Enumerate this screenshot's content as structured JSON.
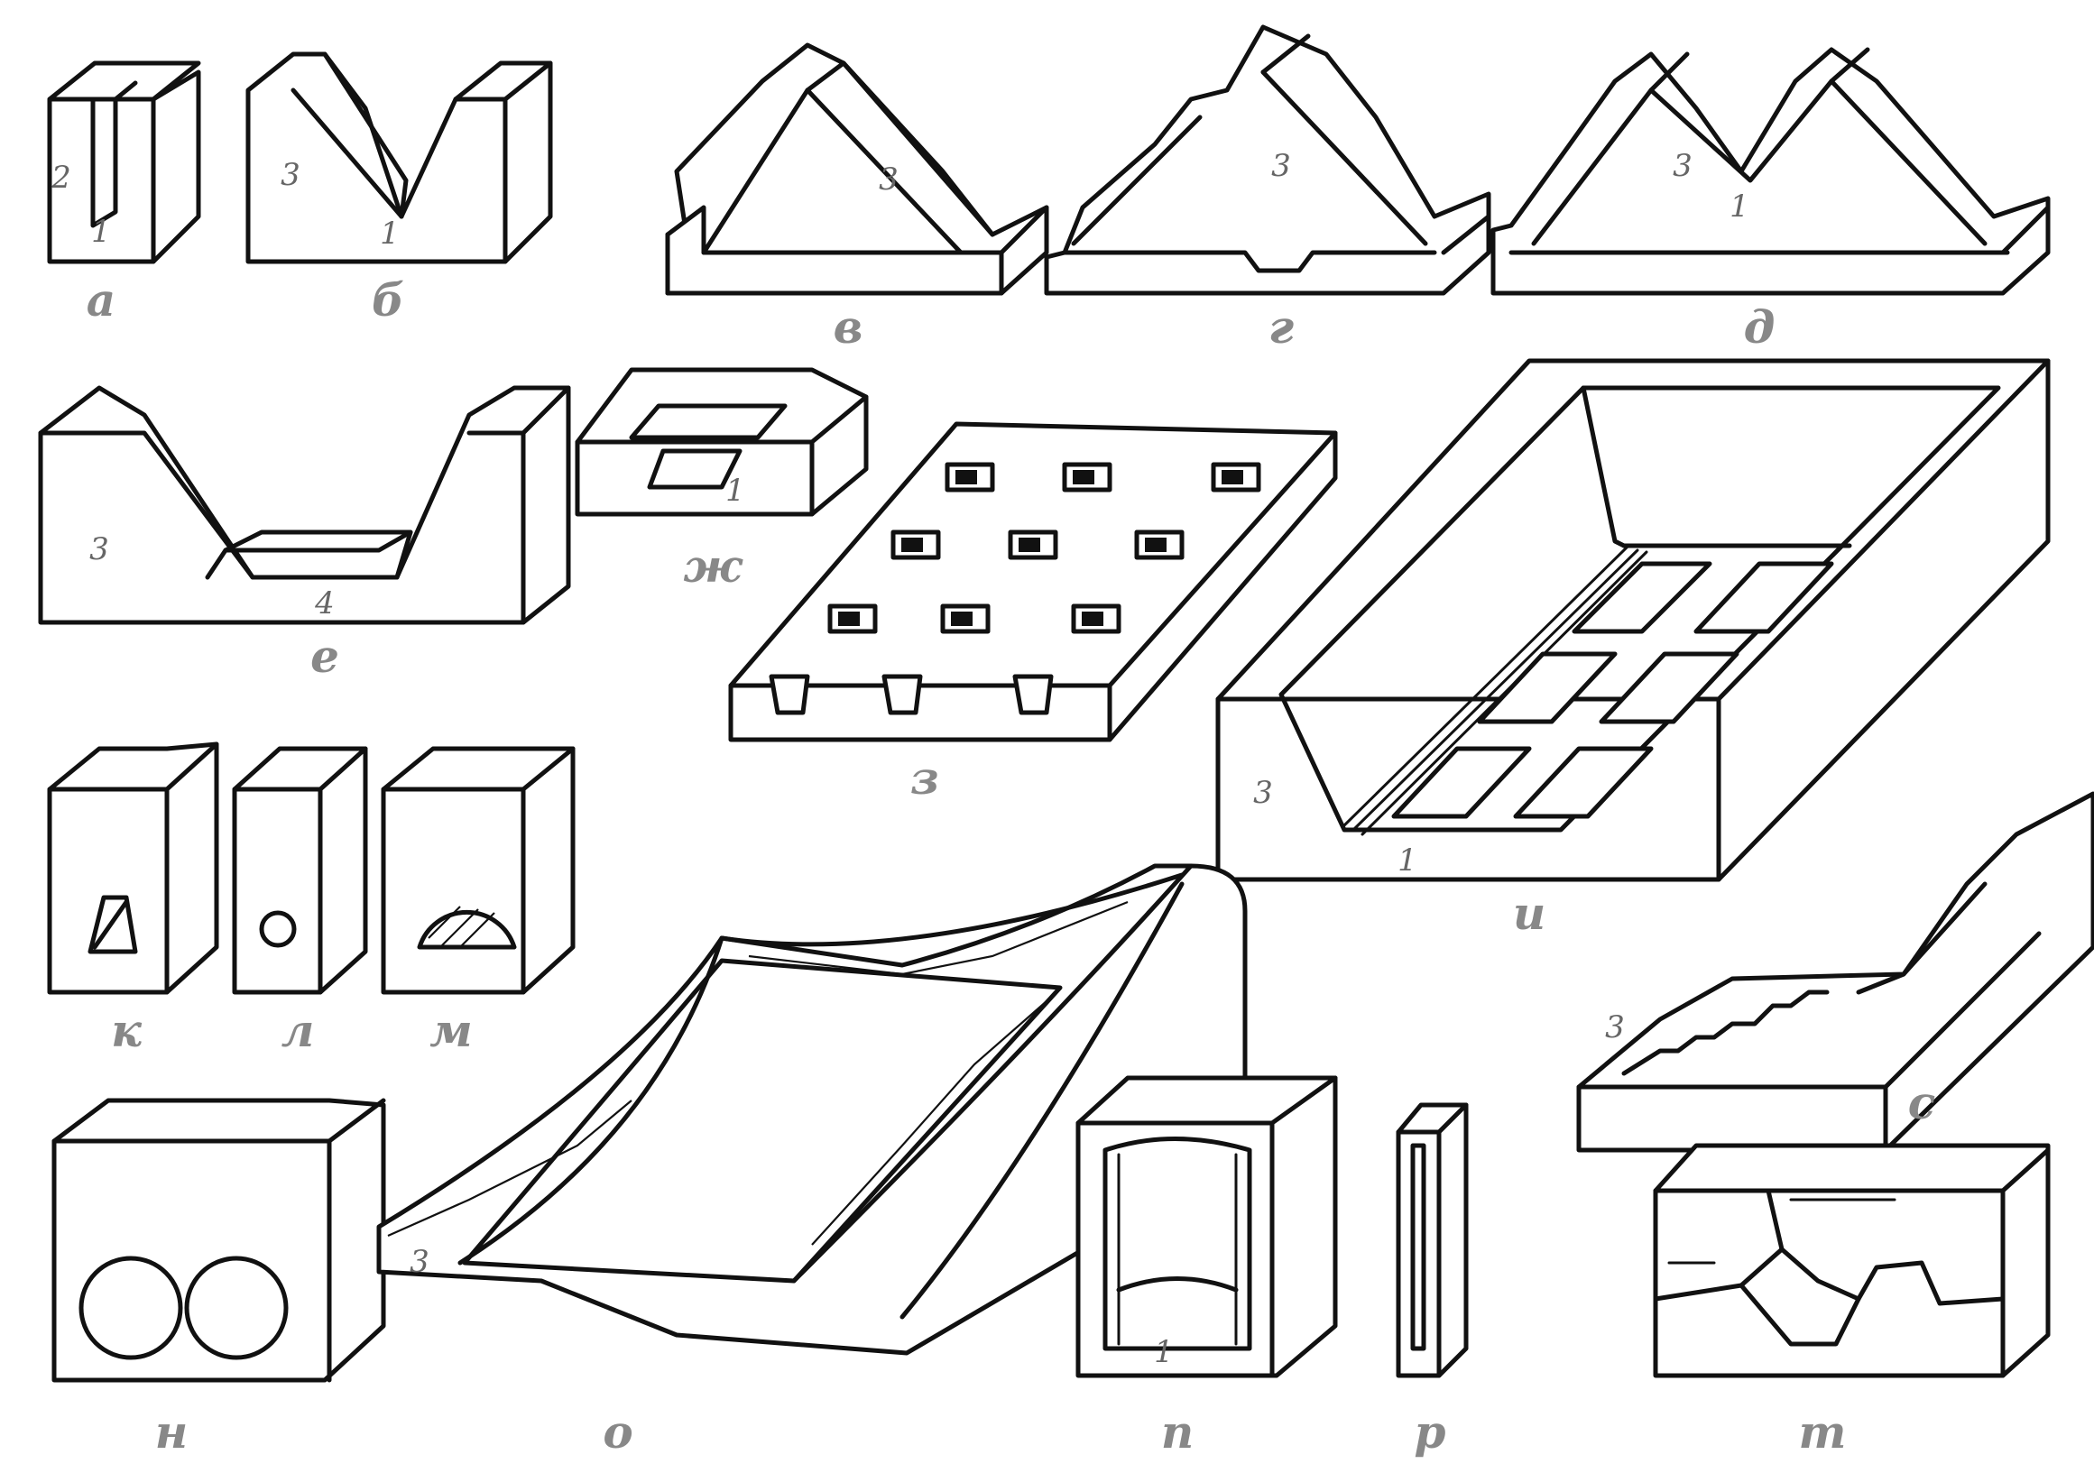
{
  "figures": {
    "a": {
      "caption": "а",
      "labels": [
        "2",
        "1"
      ]
    },
    "b": {
      "caption": "б",
      "labels": [
        "3",
        "1"
      ]
    },
    "v": {
      "caption": "в",
      "labels": [
        "3"
      ]
    },
    "g": {
      "caption": "г",
      "labels": [
        "3"
      ]
    },
    "d": {
      "caption": "д",
      "labels": [
        "3",
        "1"
      ]
    },
    "e": {
      "caption": "е",
      "labels": [
        "3",
        "4"
      ]
    },
    "zh": {
      "caption": "ж",
      "labels": [
        "1"
      ]
    },
    "z": {
      "caption": "з",
      "labels": []
    },
    "i": {
      "caption": "и",
      "labels": [
        "3",
        "1"
      ]
    },
    "k": {
      "caption": "к",
      "labels": []
    },
    "l": {
      "caption": "л",
      "labels": []
    },
    "m": {
      "caption": "м",
      "labels": []
    },
    "n": {
      "caption": "н",
      "labels": []
    },
    "o": {
      "caption": "о",
      "labels": [
        "3"
      ]
    },
    "p": {
      "caption": "п",
      "labels": [
        "1"
      ]
    },
    "r": {
      "caption": "р",
      "labels": []
    },
    "s": {
      "caption": "с",
      "labels": [
        "3"
      ]
    },
    "t": {
      "caption": "т",
      "labels": []
    }
  }
}
